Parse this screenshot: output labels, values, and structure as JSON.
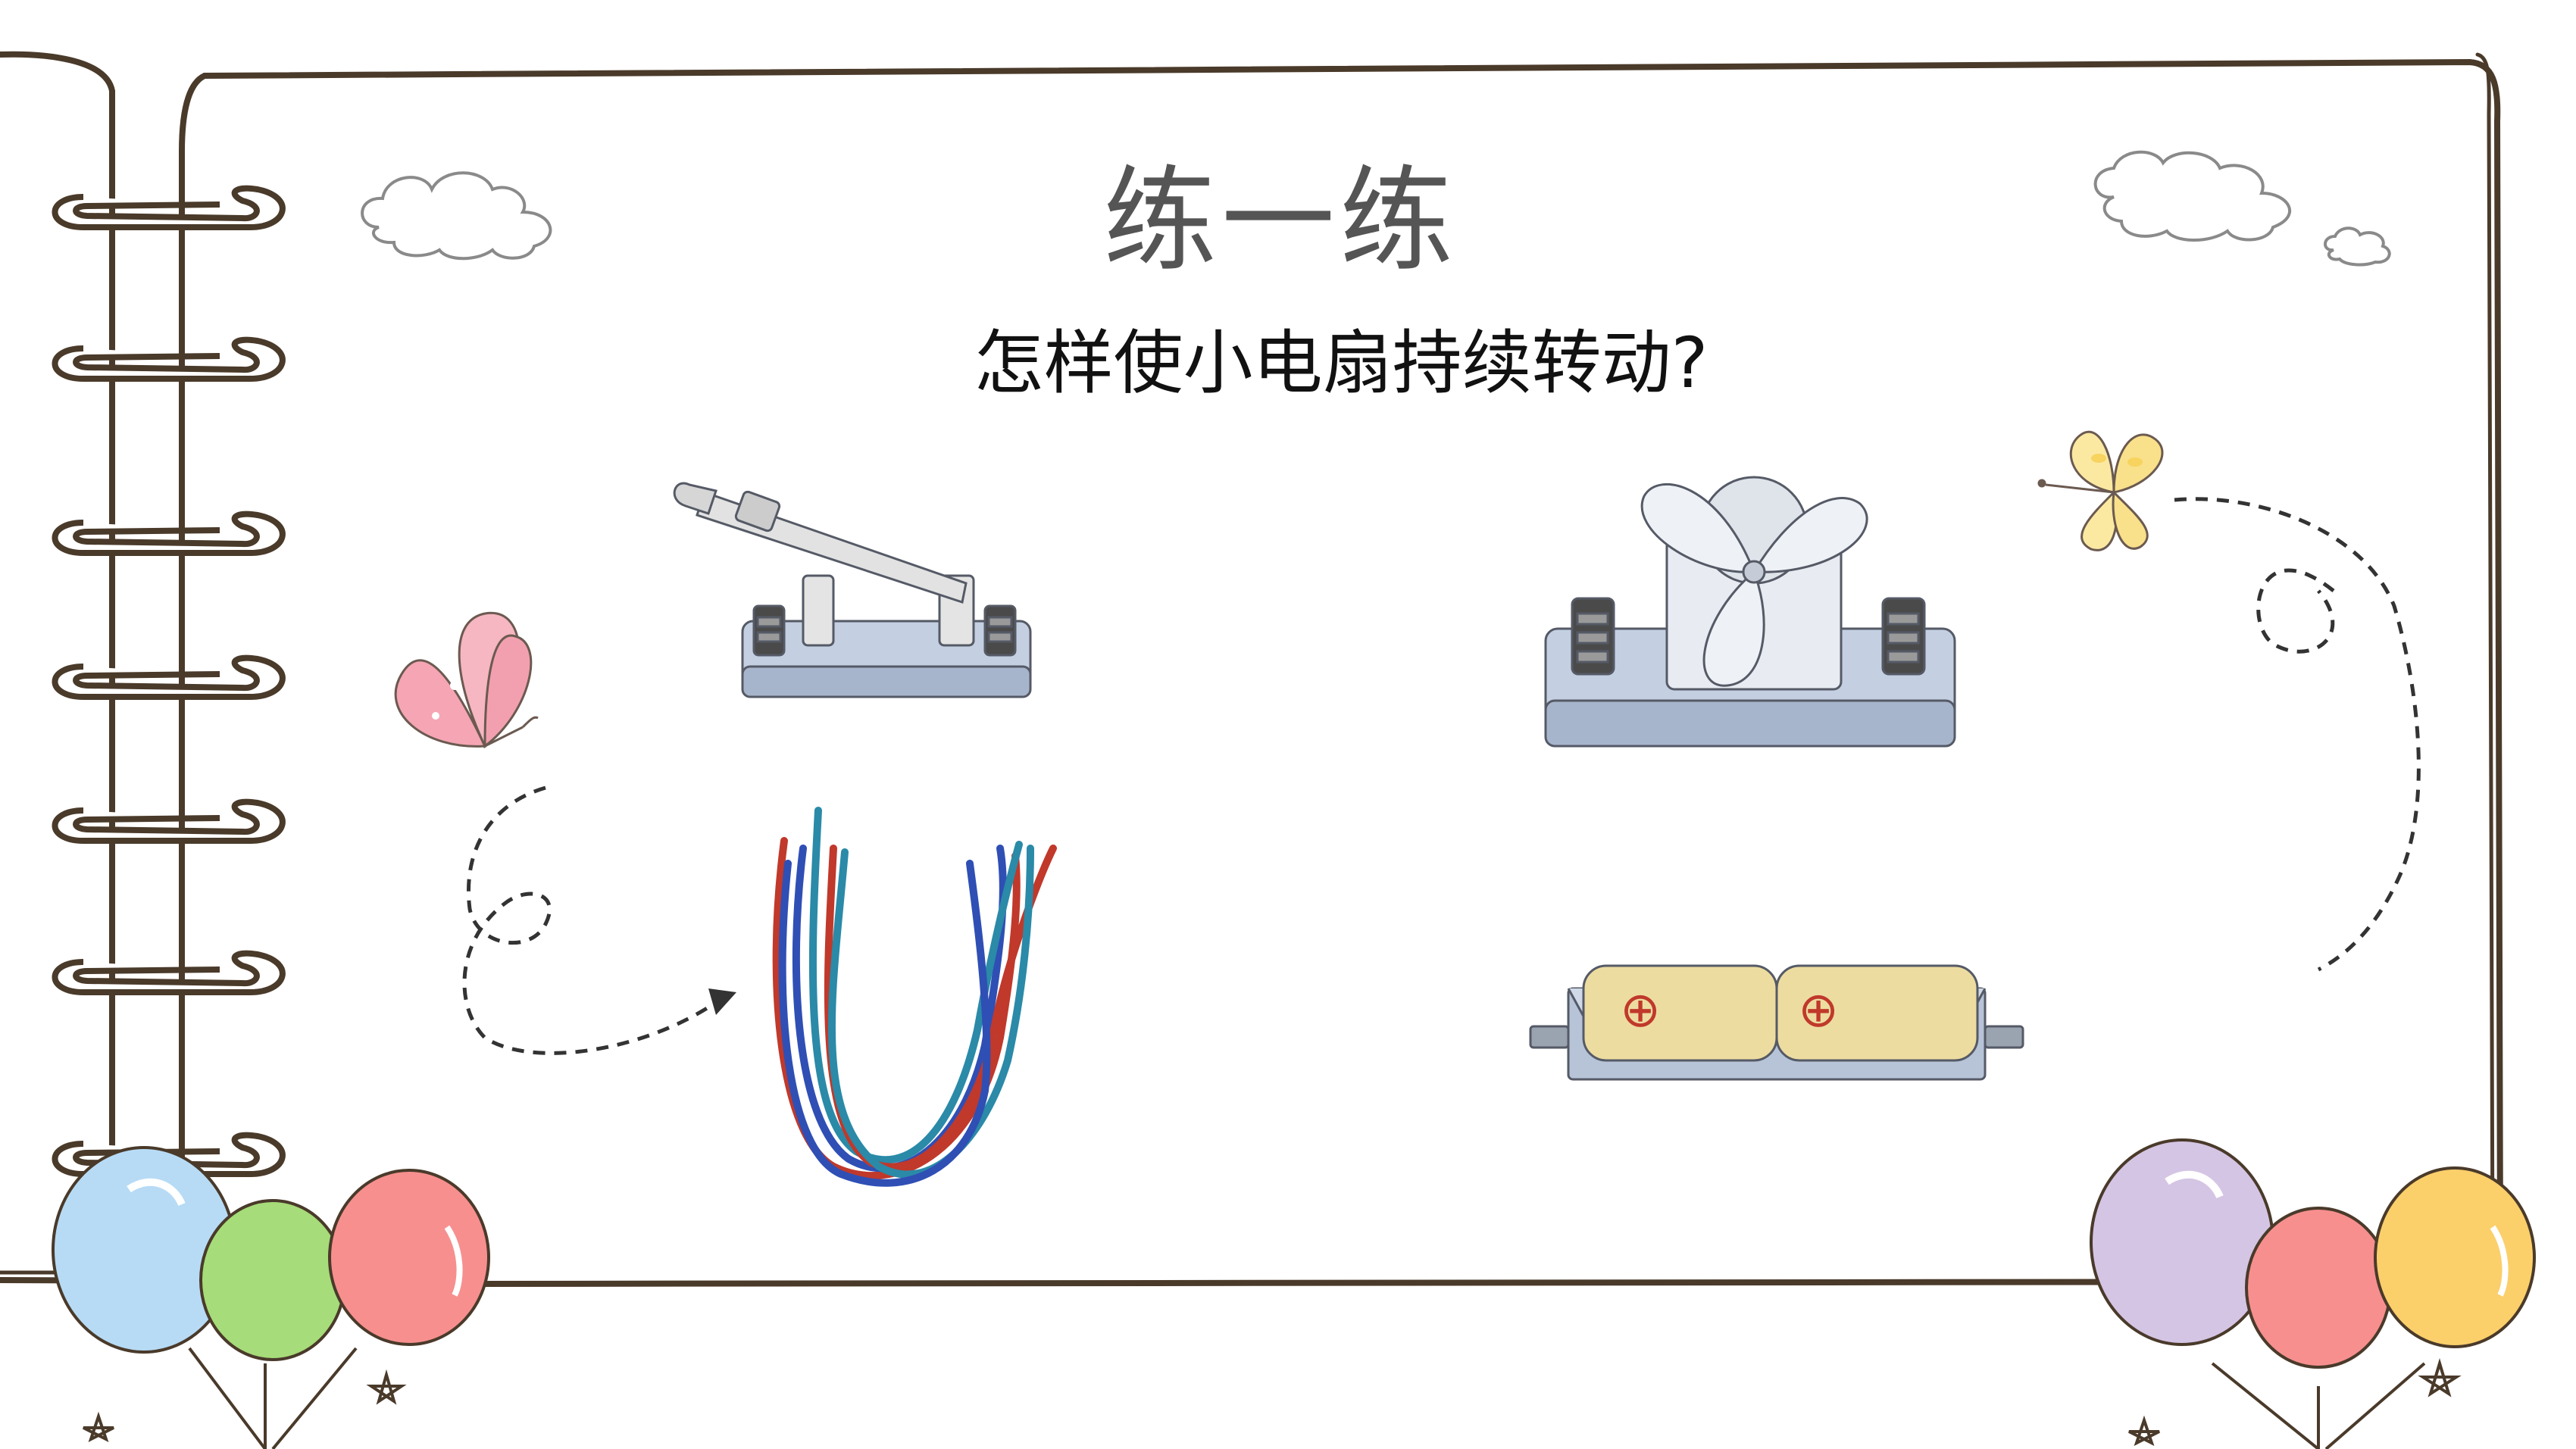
{
  "slide": {
    "title": "练一练",
    "question": "怎样使小电扇持续转动?"
  },
  "items": [
    {
      "name": "knife-switch"
    },
    {
      "name": "electric-fan"
    },
    {
      "name": "wires"
    },
    {
      "name": "battery-holder",
      "battery_mark": "⊕"
    }
  ],
  "colors": {
    "frame": "#4a3a2a",
    "wire_red": "#c0392b",
    "wire_blue": "#2f4fb5",
    "wire_teal": "#2a8aa8",
    "balloon_blue": "#b7dbf5",
    "balloon_green": "#a6dc79",
    "balloon_red": "#f78f8f",
    "balloon_purple": "#d5c5e4",
    "balloon_yellow": "#fbcf6a",
    "butterfly_pink": "#f6a5b4",
    "butterfly_yellow": "#fbe9a2"
  }
}
